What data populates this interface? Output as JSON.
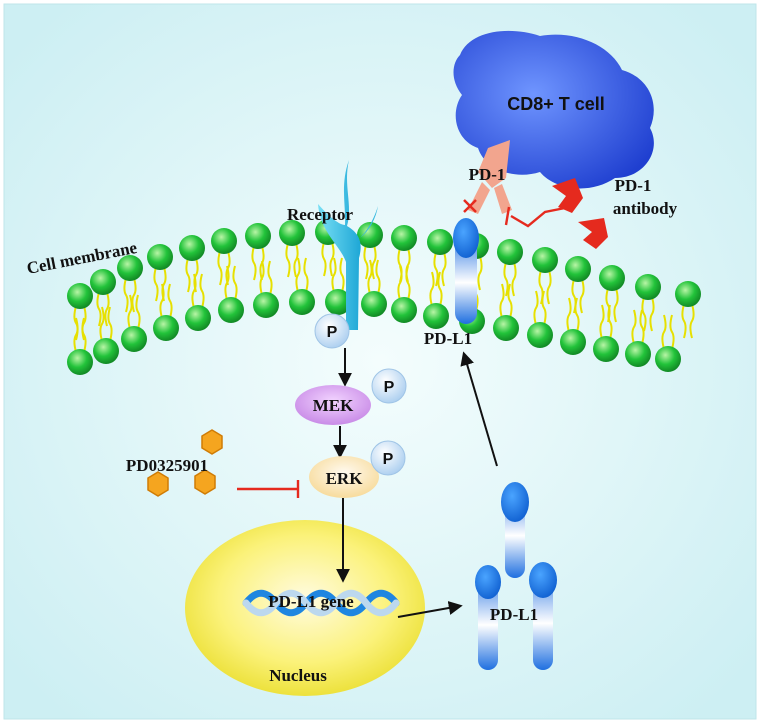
{
  "labels": {
    "t_cell": "CD8+ T cell",
    "pd1": "PD-1",
    "pd1_antibody_line1": "PD-1",
    "pd1_antibody_line2": "antibody",
    "receptor": "Receptor",
    "cell_membrane": "Cell membrane",
    "pdl1_membrane": "PD-L1",
    "phospho": "P",
    "mek": "MEK",
    "erk": "ERK",
    "inhibitor": "PD0325901",
    "pdl1_gene": "PD-L1 gene",
    "nucleus": "Nucleus",
    "pdl1_cytoplasm": "PD-L1"
  },
  "colors": {
    "background": "#d9f4f6",
    "membrane_head": "#22c33a",
    "membrane_tail": "#e7e000",
    "t_cell": "#2f5ae0",
    "pd1_receptor": "#f2a58e",
    "receptor": "#43c4e4",
    "mek": "#d79af0",
    "erk": "#fbe3a8",
    "phospho": "#cfe6fb",
    "inhibitor_drug": "#f5a51f",
    "inhibition": "#e52a1e",
    "nucleus": "#f5ee5a",
    "pdl1": "#1f7fe0",
    "dna": "#2f8fe0"
  },
  "icons": [
    "t-cell-blob",
    "receptor-glyph",
    "pdl1-protein",
    "pd1-antibody",
    "drug-hexagon",
    "dna-helix"
  ]
}
